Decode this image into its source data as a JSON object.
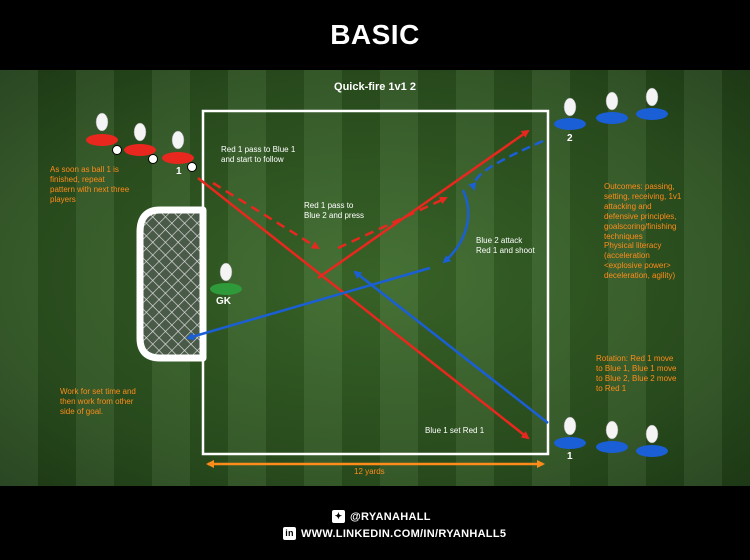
{
  "header": {
    "title": "BASIC"
  },
  "diagram": {
    "title": "Quick-fire 1v1 2",
    "notes": {
      "red_pass_blue": "Red 1 pass to Blue 1\nand start to follow",
      "red_pass_blue2": "Red 1 pass to\nBlue 2 and press",
      "blue2_attack": "Blue 2 attack\nRed 1 and shoot",
      "blue1_set": "Blue 1 set Red 1",
      "repeat": "As soon as ball 1 is\nfinished, repeat\npattern with next three\nplayers",
      "outcomes": "Outcomes: passing,\nsetting, receiving, 1v1\nattacking and\ndefensive principles,\ngoalscoring/finishing\ntechniques",
      "physical": "Physical literacy\n(acceleration\n<explosive power>\ndeceleration, agility)",
      "rotation": "Rotation: Red 1 move\nto Blue 1, Blue 1 move\nto Blue 2, Blue 2 move\nto Red 1",
      "work": "Work for set time and\nthen work from other\nside of goal."
    },
    "labels": {
      "red1": "1",
      "blue2": "2",
      "blue1": "1",
      "gk": "GK",
      "distance": "12 yards"
    },
    "colors": {
      "red": "#e8281e",
      "blue": "#1a5fd6",
      "green": "#2f9a3a",
      "orange": "#ff8c1a"
    }
  },
  "footer": {
    "twitter_handle": "@RYANAHALL",
    "linkedin_url": "WWW.LINKEDIN.COM/IN/RYANHALL5"
  }
}
